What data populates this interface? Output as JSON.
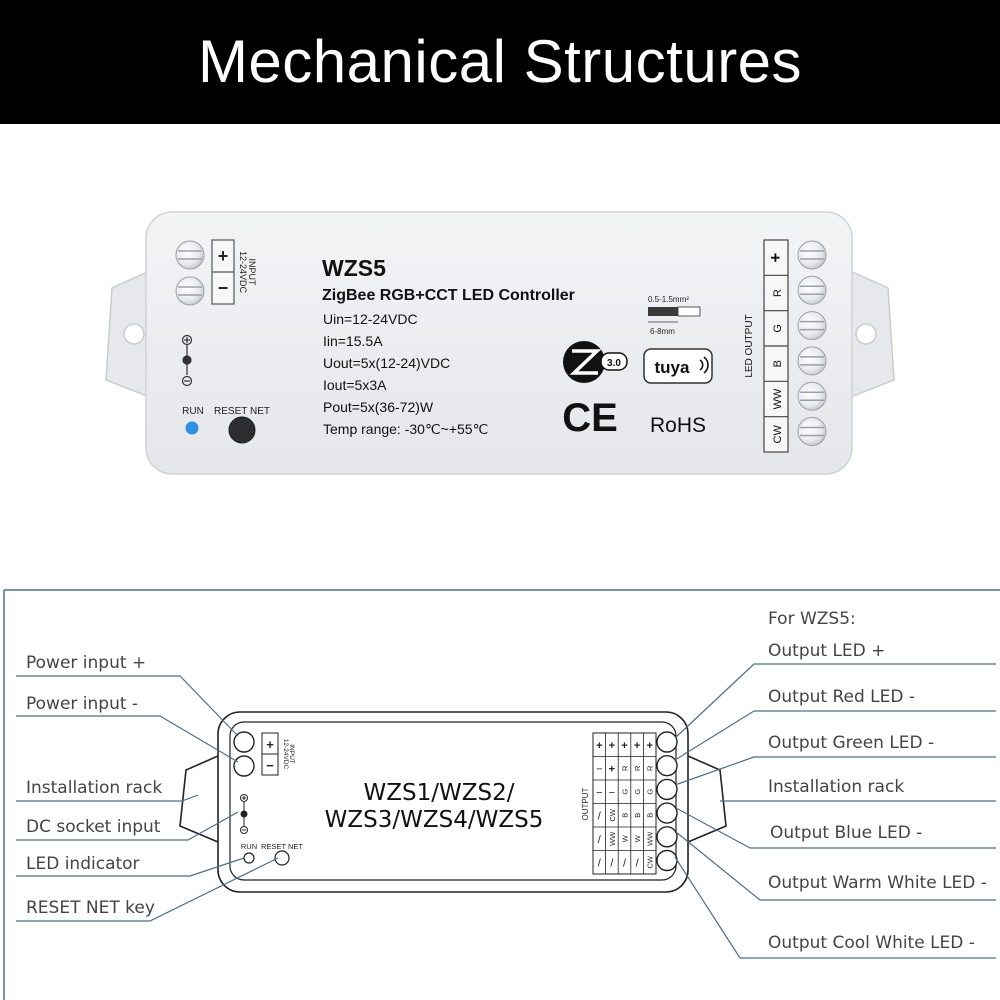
{
  "banner": {
    "title": "Mechanical Structures"
  },
  "photo": {
    "model": "WZS5",
    "subtitle": "ZigBee RGB+CCT LED Controller",
    "specs": [
      "Uin=12-24VDC",
      "Iin=15.5A",
      "Uout=5x(12-24)VDC",
      "Iout=5x3A",
      "Pout=5x(36-72)W",
      "Temp range: -30℃~+55℃"
    ],
    "input_label_1": "INPUT",
    "input_label_2": "12-24VDC",
    "input_plus": "+",
    "input_minus": "−",
    "run_label": "RUN",
    "reset_label": "RESET NET",
    "wire_spec_top": "0.5-1.5mm²",
    "wire_spec_bottom": "6-8mm",
    "zigbee_version": "3.0",
    "tuya_label": "tuya",
    "ce_label": "CE",
    "rohs_label": "RoHS",
    "output_section_label": "LED OUTPUT",
    "output_terminals": [
      "+",
      "R",
      "G",
      "B",
      "WW",
      "CW"
    ],
    "run_led_color": "#2f8fe0"
  },
  "diagram": {
    "center_line_1": "WZS1/WZS2/",
    "center_line_2": "WZS3/WZS4/WZS5",
    "input_label_1": "INPUT",
    "input_label_2": "12-24VDC",
    "input_plus": "+",
    "input_minus": "−",
    "run_label": "RUN",
    "reset_label": "RESET NET",
    "output_label": "OUTPUT",
    "output_table": [
      [
        "+",
        "+",
        "+",
        "+",
        "+"
      ],
      [
        "−",
        "+",
        "R",
        "R",
        "R"
      ],
      [
        "−",
        "−",
        "G",
        "G",
        "G"
      ],
      [
        "/",
        "CW",
        "B",
        "B",
        "B"
      ],
      [
        "/",
        "WW",
        "W",
        "W",
        "WW"
      ],
      [
        "/",
        "/",
        "/",
        "/",
        "CW"
      ]
    ],
    "left_labels": [
      "Power input +",
      "Power input -",
      "Installation rack",
      "DC socket input",
      "LED indicator",
      "RESET NET key"
    ],
    "right_header": "For WZS5:",
    "right_labels": [
      "Output LED +",
      "Output Red LED -",
      "Output Green LED -",
      "Installation rack",
      "Output Blue LED -",
      "Output Warm White LED -",
      "Output Cool White LED -"
    ],
    "leader_color": "#4a6f8f"
  }
}
